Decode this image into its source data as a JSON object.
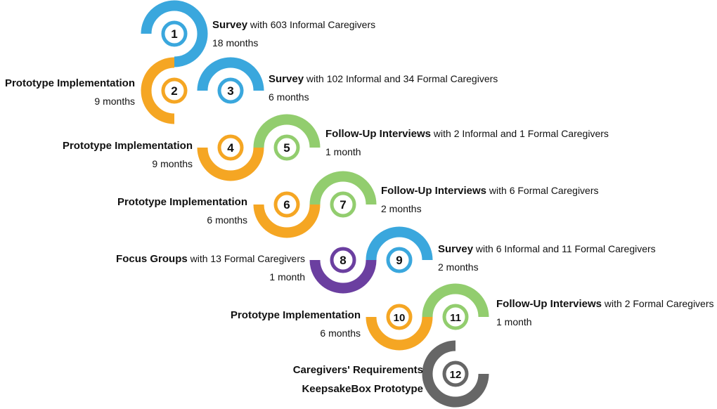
{
  "colors": {
    "blue": "#3aa7dd",
    "orange": "#f5a623",
    "green": "#92cd6e",
    "purple": "#6b3fa0",
    "gray": "#666666"
  },
  "steps": [
    {
      "number": "1",
      "color": "blue",
      "title": "Survey",
      "detail": " with 603 Informal Caregivers",
      "duration": "18 months"
    },
    {
      "number": "2",
      "color": "orange",
      "title": "Prototype Implementation",
      "detail": "",
      "duration": "9 months"
    },
    {
      "number": "3",
      "color": "blue",
      "title": "Survey",
      "detail": " with 102 Informal and 34 Formal Caregivers",
      "duration": "6 months"
    },
    {
      "number": "4",
      "color": "orange",
      "title": "Prototype Implementation",
      "detail": "",
      "duration": "9 months"
    },
    {
      "number": "5",
      "color": "green",
      "title": "Follow-Up Interviews",
      "detail": " with 2 Informal and 1 Formal Caregivers",
      "duration": "1 month"
    },
    {
      "number": "6",
      "color": "orange",
      "title": "Prototype Implementation",
      "detail": "",
      "duration": "6 months"
    },
    {
      "number": "7",
      "color": "green",
      "title": "Follow-Up Interviews",
      "detail": " with 6 Formal Caregivers",
      "duration": "2 months"
    },
    {
      "number": "8",
      "color": "purple",
      "title": "Focus Groups",
      "detail": " with 13 Formal Caregivers",
      "duration": "1 month"
    },
    {
      "number": "9",
      "color": "blue",
      "title": "Survey",
      "detail": " with 6 Informal and 11 Formal Caregivers",
      "duration": "2 months"
    },
    {
      "number": "10",
      "color": "orange",
      "title": "Prototype Implementation",
      "detail": "",
      "duration": "6 months"
    },
    {
      "number": "11",
      "color": "green",
      "title": "Follow-Up Interviews",
      "detail": " with 2 Formal Caregivers",
      "duration": "1 month"
    },
    {
      "number": "12",
      "color": "gray",
      "title": "Caregivers' Requirements",
      "title2": "KeepsakeBox Prototype"
    }
  ]
}
